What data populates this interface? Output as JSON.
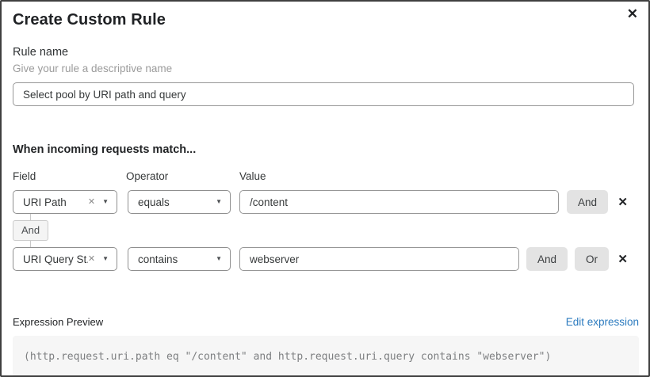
{
  "modal": {
    "title": "Create Custom Rule"
  },
  "icons": {
    "close": "✕",
    "clear": "✕",
    "caret": "▼",
    "row_delete": "✕"
  },
  "rule_name": {
    "label": "Rule name",
    "hint": "Give your rule a descriptive name",
    "value": "Select pool by URI path and query"
  },
  "match": {
    "heading": "When incoming requests match...",
    "columns": {
      "field": "Field",
      "operator": "Operator",
      "value": "Value"
    },
    "connector_label": "And",
    "rows": [
      {
        "field": "URI Path",
        "operator": "equals",
        "value": "/content",
        "buttons": [
          "And"
        ]
      },
      {
        "field": "URI Query St...",
        "operator": "contains",
        "value": "webserver",
        "buttons": [
          "And",
          "Or"
        ]
      }
    ]
  },
  "expression": {
    "label": "Expression Preview",
    "edit_link": "Edit expression",
    "code": "(http.request.uri.path eq \"/content\" and http.request.uri.query contains \"webserver\")"
  },
  "colors": {
    "link": "#2c7bbf",
    "button_bg": "#e3e3e3",
    "code_bg": "#f6f6f6",
    "border": "#8f8f8f"
  }
}
